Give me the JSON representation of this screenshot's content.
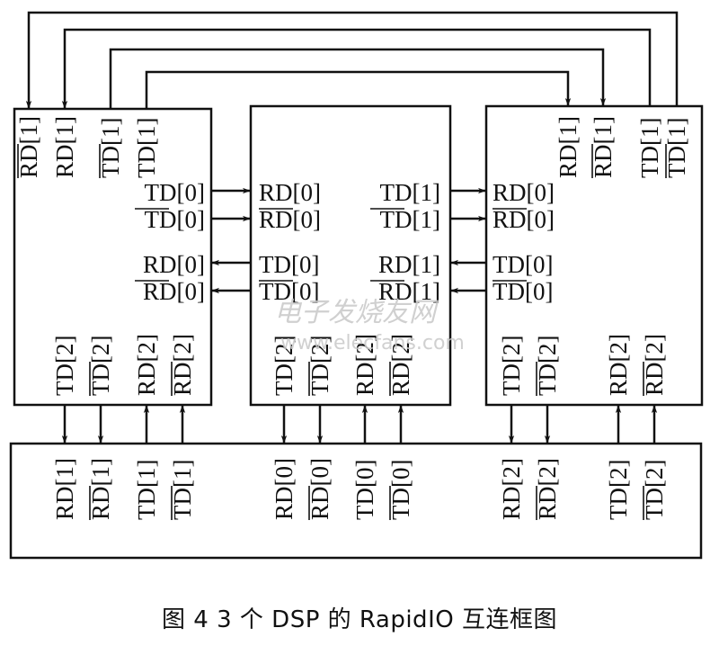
{
  "caption": "图 4   3 个 DSP 的 RapidIO 互连框图",
  "watermark": {
    "cn": "电子发烧友网",
    "url": "www.elecfans.com"
  },
  "colors": {
    "line": "#111111",
    "background": "#ffffff",
    "watermark": "#c8c8c8"
  },
  "blocks": [
    {
      "id": "dsp-left",
      "top_pins": [
        {
          "name": "RD[1]",
          "inverted": true,
          "dir": "in"
        },
        {
          "name": "RD[1]",
          "inverted": false,
          "dir": "in"
        },
        {
          "name": "TD[1]",
          "inverted": true,
          "dir": "out"
        },
        {
          "name": "TD[1]",
          "inverted": false,
          "dir": "out"
        }
      ],
      "right_pins": [
        {
          "name": "TD[0]",
          "inverted": false,
          "dir": "out"
        },
        {
          "name": "TD[0]",
          "inverted": true,
          "dir": "out"
        },
        {
          "name": "RD[0]",
          "inverted": false,
          "dir": "in"
        },
        {
          "name": "RD[0]",
          "inverted": true,
          "dir": "in"
        }
      ],
      "bottom_pins": [
        {
          "name": "TD[2]",
          "inverted": false,
          "dir": "out"
        },
        {
          "name": "TD[2]",
          "inverted": true,
          "dir": "out"
        },
        {
          "name": "RD[2]",
          "inverted": false,
          "dir": "in"
        },
        {
          "name": "RD[2]",
          "inverted": true,
          "dir": "in"
        }
      ]
    },
    {
      "id": "dsp-middle",
      "left_pins": [
        {
          "name": "RD[0]",
          "inverted": false,
          "dir": "in"
        },
        {
          "name": "RD[0]",
          "inverted": true,
          "dir": "in"
        },
        {
          "name": "TD[0]",
          "inverted": false,
          "dir": "out"
        },
        {
          "name": "TD[0]",
          "inverted": true,
          "dir": "out"
        }
      ],
      "right_pins": [
        {
          "name": "TD[1]",
          "inverted": false,
          "dir": "out"
        },
        {
          "name": "TD[1]",
          "inverted": true,
          "dir": "out"
        },
        {
          "name": "RD[1]",
          "inverted": false,
          "dir": "in"
        },
        {
          "name": "RD[1]",
          "inverted": true,
          "dir": "in"
        }
      ],
      "bottom_pins": [
        {
          "name": "TD[2]",
          "inverted": false,
          "dir": "out"
        },
        {
          "name": "TD[2]",
          "inverted": true,
          "dir": "out"
        },
        {
          "name": "RD[2]",
          "inverted": false,
          "dir": "in"
        },
        {
          "name": "RD[2]",
          "inverted": true,
          "dir": "in"
        }
      ]
    },
    {
      "id": "dsp-right",
      "top_pins": [
        {
          "name": "RD[1]",
          "inverted": false,
          "dir": "in"
        },
        {
          "name": "RD[1]",
          "inverted": true,
          "dir": "in"
        },
        {
          "name": "TD[1]",
          "inverted": false,
          "dir": "out"
        },
        {
          "name": "TD[1]",
          "inverted": true,
          "dir": "out"
        }
      ],
      "left_pins": [
        {
          "name": "RD[0]",
          "inverted": false,
          "dir": "in"
        },
        {
          "name": "RD[0]",
          "inverted": true,
          "dir": "in"
        },
        {
          "name": "TD[0]",
          "inverted": false,
          "dir": "out"
        },
        {
          "name": "TD[0]",
          "inverted": true,
          "dir": "out"
        }
      ],
      "bottom_pins": [
        {
          "name": "TD[2]",
          "inverted": false,
          "dir": "out"
        },
        {
          "name": "TD[2]",
          "inverted": true,
          "dir": "out"
        },
        {
          "name": "RD[2]",
          "inverted": false,
          "dir": "in"
        },
        {
          "name": "RD[2]",
          "inverted": true,
          "dir": "in"
        }
      ]
    },
    {
      "id": "switch-bottom",
      "top_pins": [
        {
          "name": "RD[1]",
          "inverted": false,
          "dir": "in"
        },
        {
          "name": "RD[1]",
          "inverted": true,
          "dir": "in"
        },
        {
          "name": "TD[1]",
          "inverted": false,
          "dir": "out"
        },
        {
          "name": "TD[1]",
          "inverted": true,
          "dir": "out"
        },
        {
          "name": "RD[0]",
          "inverted": false,
          "dir": "in"
        },
        {
          "name": "RD[0]",
          "inverted": true,
          "dir": "in"
        },
        {
          "name": "TD[0]",
          "inverted": false,
          "dir": "out"
        },
        {
          "name": "TD[0]",
          "inverted": true,
          "dir": "out"
        },
        {
          "name": "RD[2]",
          "inverted": false,
          "dir": "in"
        },
        {
          "name": "RD[2]",
          "inverted": true,
          "dir": "in"
        },
        {
          "name": "TD[2]",
          "inverted": false,
          "dir": "out"
        },
        {
          "name": "TD[2]",
          "inverted": true,
          "dir": "out"
        }
      ]
    }
  ]
}
